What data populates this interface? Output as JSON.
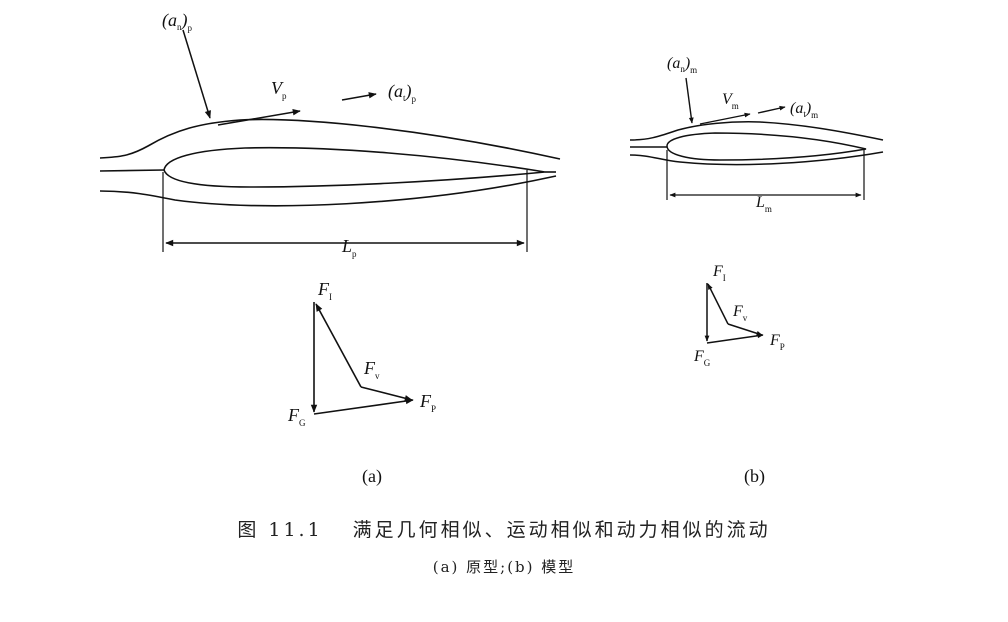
{
  "figure": {
    "caption_number": "图 11.1",
    "caption_title": "满足几何相似、运动相似和动力相似的流动",
    "subcaption": "(a) 原型;(b) 模型"
  },
  "panel_a": {
    "panel_label": "(a)",
    "a_n": {
      "base": "(a",
      "sub": "n",
      "tail": ")",
      "tail_sub": "p"
    },
    "V": {
      "base": "V",
      "sub": "p"
    },
    "a_t": {
      "base": "(a",
      "sub": "t",
      "tail": ")",
      "tail_sub": "p"
    },
    "L": {
      "base": "L",
      "sub": "p"
    },
    "F_I": {
      "base": "F",
      "sub": "I"
    },
    "F_v": {
      "base": "F",
      "sub": "v"
    },
    "F_G": {
      "base": "F",
      "sub": "G"
    },
    "F_P": {
      "base": "F",
      "sub": "P"
    }
  },
  "panel_b": {
    "panel_label": "(b)",
    "a_n": {
      "base": "(a",
      "sub": "n",
      "tail": ")",
      "tail_sub": "m"
    },
    "V": {
      "base": "V",
      "sub": "m"
    },
    "a_t": {
      "base": "(a",
      "sub": "t",
      "tail": ")",
      "tail_sub": "m"
    },
    "L": {
      "base": "L",
      "sub": "m"
    },
    "F_I": {
      "base": "F",
      "sub": "I"
    },
    "F_v": {
      "base": "F",
      "sub": "v"
    },
    "F_G": {
      "base": "F",
      "sub": "G"
    },
    "F_P": {
      "base": "F",
      "sub": "P"
    }
  }
}
